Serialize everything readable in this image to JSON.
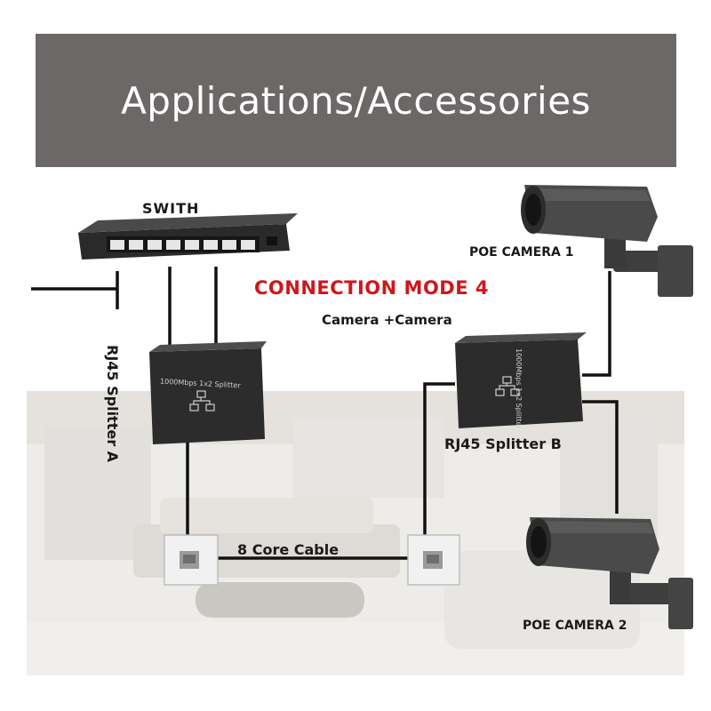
{
  "header": {
    "title": "Applications/Accessories"
  },
  "diagram": {
    "switch_label": "SWITH",
    "mode_title": "CONNECTION MODE 4",
    "mode_subtitle": "Camera +Camera",
    "camera1_label": "POE CAMERA 1",
    "camera2_label": "POE CAMERA 2",
    "splitter_a_label": "RJ45 Splitter A",
    "splitter_b_label": "RJ45 Splitter B",
    "cable_label": "8 Core Cable",
    "splitter_a_text": "1000Mbps 1x2 Splitter",
    "splitter_b_text": "1000Mbps 1x2 Splitter"
  },
  "colors": {
    "banner": "#6b6867",
    "mode_title": "#d0161c",
    "cable": "#111111",
    "device": "#2a2a2a"
  },
  "icons": [
    "ethernet-switch-icon",
    "splitter-icon",
    "network-icon",
    "wall-socket-icon",
    "cctv-camera-icon"
  ]
}
